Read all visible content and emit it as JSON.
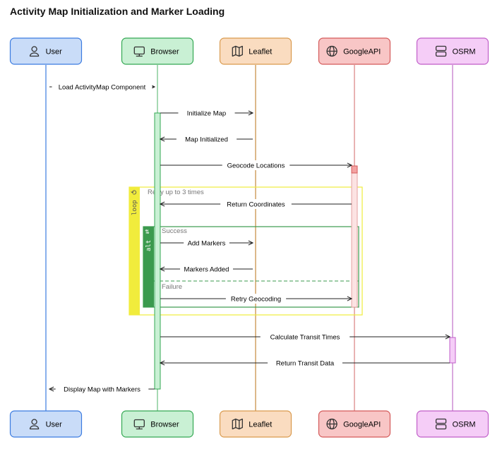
{
  "title": "Activity Map Initialization and Marker Loading",
  "colors": {
    "user": {
      "fill": "#c9dcf8",
      "stroke": "#3b7be0",
      "line": "#3b7be0"
    },
    "browser": {
      "fill": "#c9f0d4",
      "stroke": "#34a853",
      "line": "#6cc080"
    },
    "leaflet": {
      "fill": "#fadcc0",
      "stroke": "#d99a4e",
      "line": "#c48a3c"
    },
    "googleapi": {
      "fill": "#f8c6c6",
      "stroke": "#d45a5a",
      "line": "#d98080"
    },
    "osrm": {
      "fill": "#f5cdf7",
      "stroke": "#c05ec8",
      "line": "#c070c8"
    },
    "loop": "#f1ec3c",
    "alt": "#3b9a4e"
  },
  "participants": [
    {
      "id": "user",
      "label": "User",
      "icon": "user-icon"
    },
    {
      "id": "browser",
      "label": "Browser",
      "icon": "monitor-icon"
    },
    {
      "id": "leaflet",
      "label": "Leaflet",
      "icon": "map-icon"
    },
    {
      "id": "googleapi",
      "label": "GoogleAPI",
      "icon": "globe-icon"
    },
    {
      "id": "osrm",
      "label": "OSRM",
      "icon": "server-icon"
    }
  ],
  "messages": [
    {
      "label": "Load ActivityMap Component",
      "from": "user",
      "to": "browser"
    },
    {
      "label": "Initialize Map",
      "from": "browser",
      "to": "leaflet"
    },
    {
      "label": "Map Initialized",
      "from": "leaflet",
      "to": "browser"
    },
    {
      "label": "Geocode Locations",
      "from": "browser",
      "to": "googleapi"
    },
    {
      "label": "Return Coordinates",
      "from": "googleapi",
      "to": "browser"
    },
    {
      "label": "Add Markers",
      "from": "browser",
      "to": "leaflet"
    },
    {
      "label": "Markers Added",
      "from": "leaflet",
      "to": "browser"
    },
    {
      "label": "Retry Geocoding",
      "from": "browser",
      "to": "googleapi"
    },
    {
      "label": "Calculate Transit Times",
      "from": "browser",
      "to": "osrm"
    },
    {
      "label": "Return Transit Data",
      "from": "osrm",
      "to": "browser"
    },
    {
      "label": "Display Map with Markers",
      "from": "browser",
      "to": "user"
    }
  ],
  "fragments": {
    "loop": {
      "tag": "loop",
      "condition": "Retry up to 3 times"
    },
    "alt": {
      "tag": "alt",
      "success": "Success",
      "failure": "Failure"
    }
  }
}
